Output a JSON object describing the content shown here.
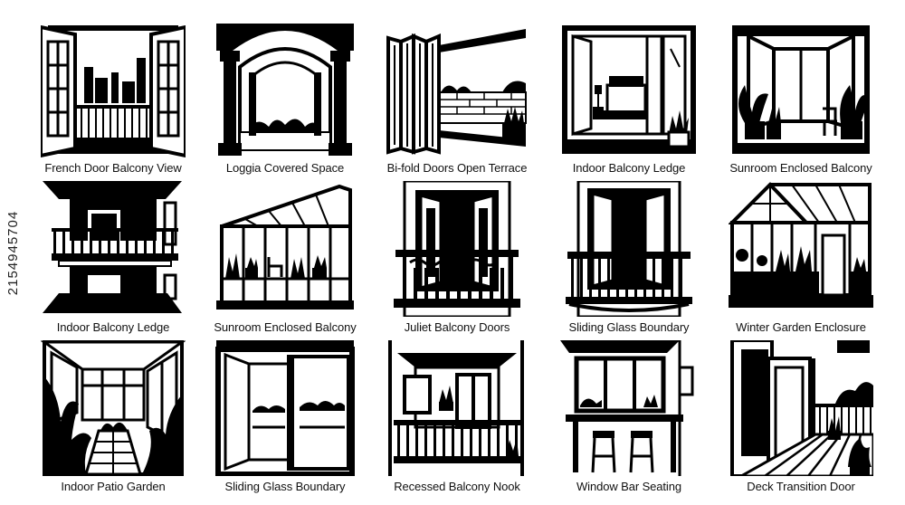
{
  "stock_id": "2154945704",
  "colors": {
    "ink": "#000000",
    "paper": "#ffffff"
  },
  "tiles": [
    {
      "caption": "French Door Balcony View",
      "icon": "french-door-icon"
    },
    {
      "caption": "Loggia Covered Space",
      "icon": "loggia-arch-icon"
    },
    {
      "caption": "Bi-fold Doors Open Terrace",
      "icon": "bifold-doors-icon"
    },
    {
      "caption": "Indoor Balcony Ledge",
      "icon": "bedroom-doors-icon"
    },
    {
      "caption": "Sunroom Enclosed Balcony",
      "icon": "sunroom-plants-icon"
    },
    {
      "caption": "Indoor Balcony Ledge",
      "icon": "building-balcony-icon"
    },
    {
      "caption": "Sunroom Enclosed Balcony",
      "icon": "glass-sunroom-icon"
    },
    {
      "caption": "Juliet Balcony Doors",
      "icon": "juliet-balcony-icon"
    },
    {
      "caption": "Sliding Glass Boundary",
      "icon": "railing-doors-icon"
    },
    {
      "caption": "Winter Garden Enclosure",
      "icon": "greenhouse-icon"
    },
    {
      "caption": "Indoor Patio Garden",
      "icon": "patio-garden-icon"
    },
    {
      "caption": "Sliding Glass Boundary",
      "icon": "sliding-glass-icon"
    },
    {
      "caption": "Recessed Balcony Nook",
      "icon": "recessed-nook-icon"
    },
    {
      "caption": "Window Bar Seating",
      "icon": "bar-stools-icon"
    },
    {
      "caption": "Deck Transition Door",
      "icon": "deck-door-icon"
    }
  ]
}
